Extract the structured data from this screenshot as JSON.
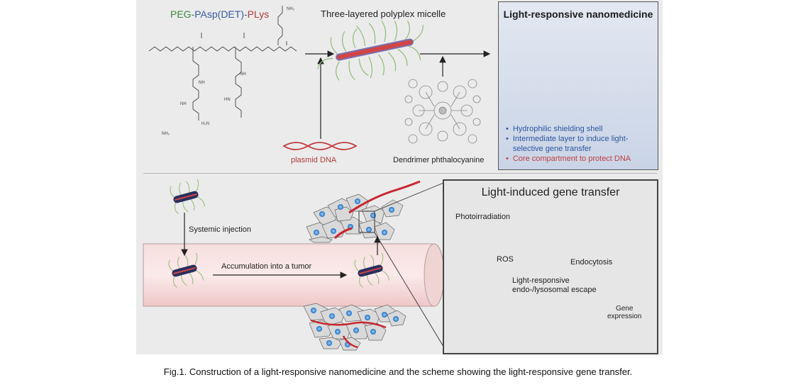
{
  "top": {
    "polymer_title": {
      "peg": "PEG-",
      "pasp": "PAsp(DET)-",
      "plys": "PLys"
    },
    "micelle_title": "Three-layered polyplex micelle",
    "plasmid_label": "plasmid DNA",
    "dendrimer_label": "Dendrimer phthalocyanine",
    "nh2_top": "NH₂",
    "nh2_a": "NH₂",
    "nh2_b": "H₂N",
    "nh_a": "NH",
    "nh_b": "NH",
    "nh_c": "HN",
    "nh_d": "NH"
  },
  "nanomedicine": {
    "title": "Light-responsive nanomedicine",
    "bullets": [
      {
        "text": "Hydrophilic shielding shell",
        "color": "#2d56a0"
      },
      {
        "text": "Intermediate layer to induce light-",
        "color": "#2d56a0"
      },
      {
        "text": "selective gene transfer",
        "color": "#2d56a0"
      },
      {
        "text": "Core compartment to protect DNA",
        "color": "#c04040"
      }
    ]
  },
  "bottom": {
    "systemic_injection": "Systemic injection",
    "accumulation": "Accumulation into a tumor"
  },
  "light_induced": {
    "title": "Light-induced gene transfer",
    "photoirradiation": "Photoirradiation",
    "ros": "ROS",
    "endocytosis": "Endocytosis",
    "escape_line1": "Light-responsive",
    "escape_line2": "endo-/lysosomal escape",
    "gene_line1": "Gene",
    "gene_line2": "expression"
  },
  "caption": "Fig.1. Construction of a light-responsive nanomedicine and the scheme showing the light-responsive gene transfer.",
  "colors": {
    "peg": "#3d8a3d",
    "pasp": "#3a5aa0",
    "plys": "#b13a3a",
    "dna": "#c43a3a",
    "core": "#2a2f5e",
    "vessel": "#f3cccc"
  }
}
